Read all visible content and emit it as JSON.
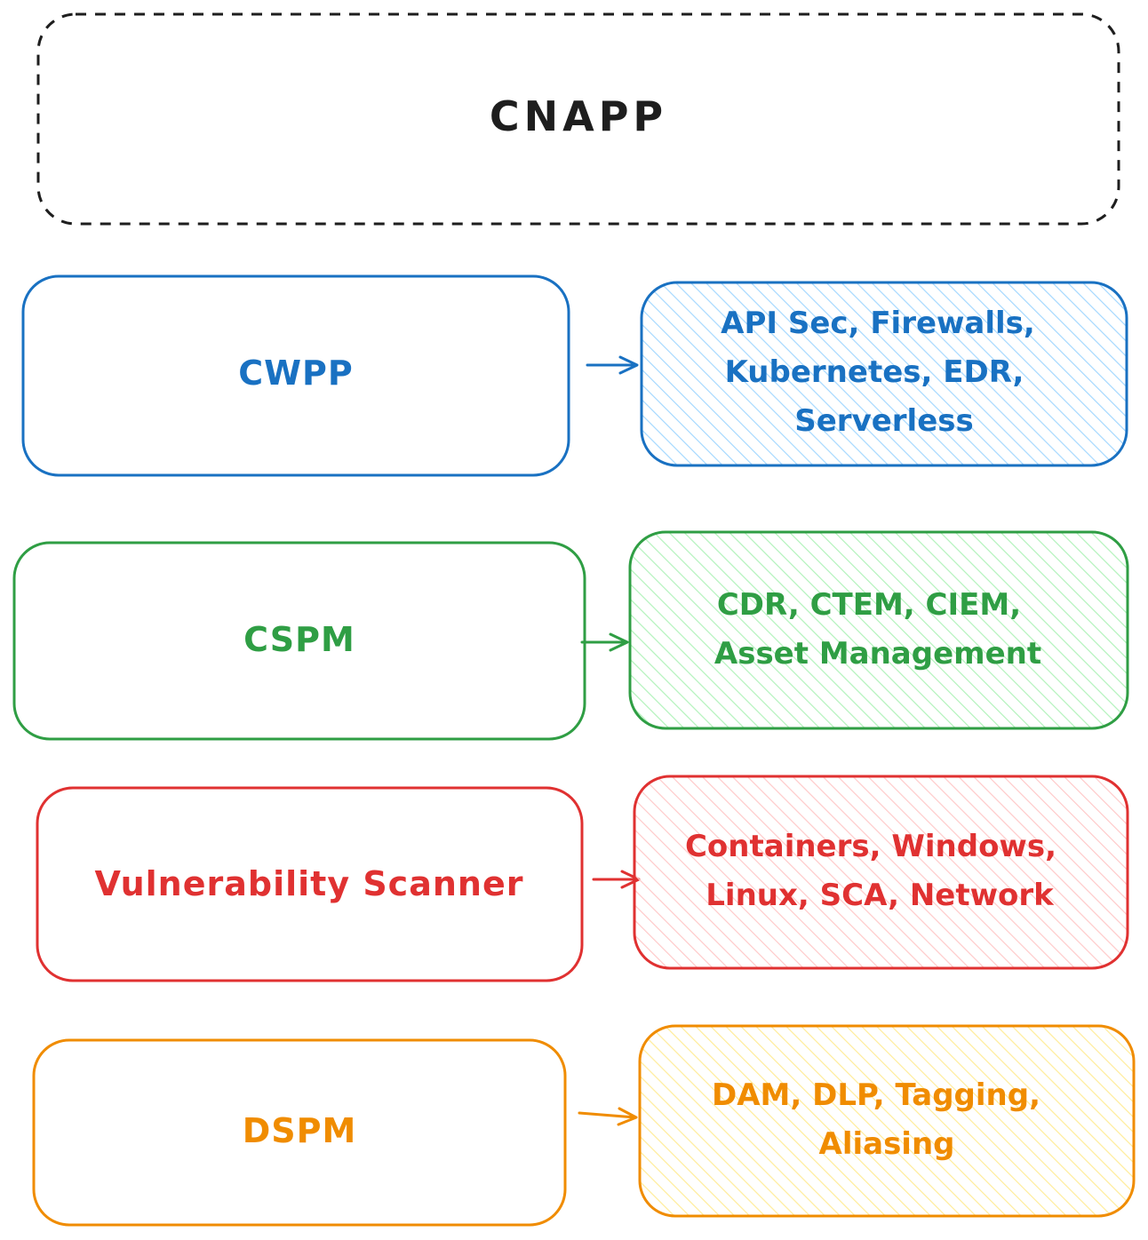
{
  "title": "CNAPP",
  "colors": {
    "top": "#1e1e1e",
    "cwpp": "#1971c2",
    "cspm": "#2f9e44",
    "vuln": "#e03131",
    "dspm": "#f08c00"
  },
  "rows": [
    {
      "id": "cwpp",
      "label": "CWPP",
      "details": [
        "API Sec, Firewalls,",
        "Kubernetes, EDR,",
        "Serverless"
      ],
      "stroke": "#1971c2",
      "hatch": "#a5d8ff"
    },
    {
      "id": "cspm",
      "label": "CSPM",
      "details": [
        "CDR, CTEM, CIEM,",
        "Asset Management"
      ],
      "stroke": "#2f9e44",
      "hatch": "#b2f2bb"
    },
    {
      "id": "vuln",
      "label": "Vulnerability Scanner",
      "details": [
        "Containers, Windows,",
        "Linux, SCA, Network"
      ],
      "stroke": "#e03131",
      "hatch": "#ffc9c9"
    },
    {
      "id": "dspm",
      "label": "DSPM",
      "details": [
        "DAM, DLP, Tagging,",
        "Aliasing"
      ],
      "stroke": "#f08c00",
      "hatch": "#ffec99"
    }
  ]
}
